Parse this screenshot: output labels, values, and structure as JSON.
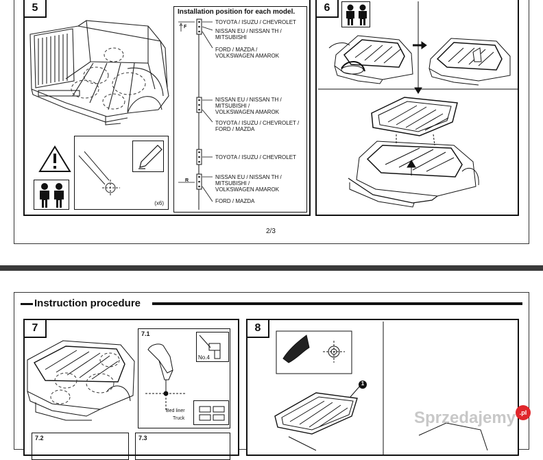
{
  "page_top": {
    "step5": {
      "number": "5",
      "install_title": "Installation position for each model.",
      "front_marker": "F",
      "rear_marker": "R",
      "positions": [
        {
          "lines": [
            "TOYOTA / ISUZU / CHEVROLET"
          ]
        },
        {
          "lines": [
            "NISSAN EU / NISSAN TH /",
            "MITSUBISHI"
          ]
        },
        {
          "lines": [
            "FORD / MAZDA /",
            "VOLKSWAGEN AMAROK"
          ]
        },
        {
          "lines": [
            "NISSAN EU / NISSAN TH /",
            "MITSUBISHI /",
            "VOLKSWAGEN AMAROK"
          ]
        },
        {
          "lines": [
            "TOYOTA / ISUZU / CHEVROLET /",
            "FORD / MAZDA"
          ]
        },
        {
          "lines": [
            "TOYOTA / ISUZU / CHEVROLET"
          ]
        },
        {
          "lines": [
            "NISSAN EU / NISSAN TH /",
            "MITSUBISHI /",
            "VOLKSWAGEN AMAROK"
          ]
        },
        {
          "lines": [
            "FORD / MAZDA"
          ]
        }
      ],
      "quantity": "(x6)"
    },
    "step6": {
      "number": "6"
    },
    "page_number": "2/3"
  },
  "page_bottom": {
    "section_title": "Instruction procedure",
    "step7": {
      "number": "7",
      "sub_7_1": "7.1",
      "tool_label": "No.4",
      "bed_liner_label": "Bed liner",
      "truck_label": "Truck",
      "sub_7_2": "7.2",
      "sub_7_3": "7.3"
    },
    "step8": {
      "number": "8",
      "callout": "1"
    }
  },
  "watermark": "Sprzedajemy",
  "watermark_suffix": ".pl",
  "colors": {
    "ink": "#111111",
    "divider": "#3a3a3a",
    "watermark": "#c8c8c8",
    "badge": "#e0262b"
  }
}
